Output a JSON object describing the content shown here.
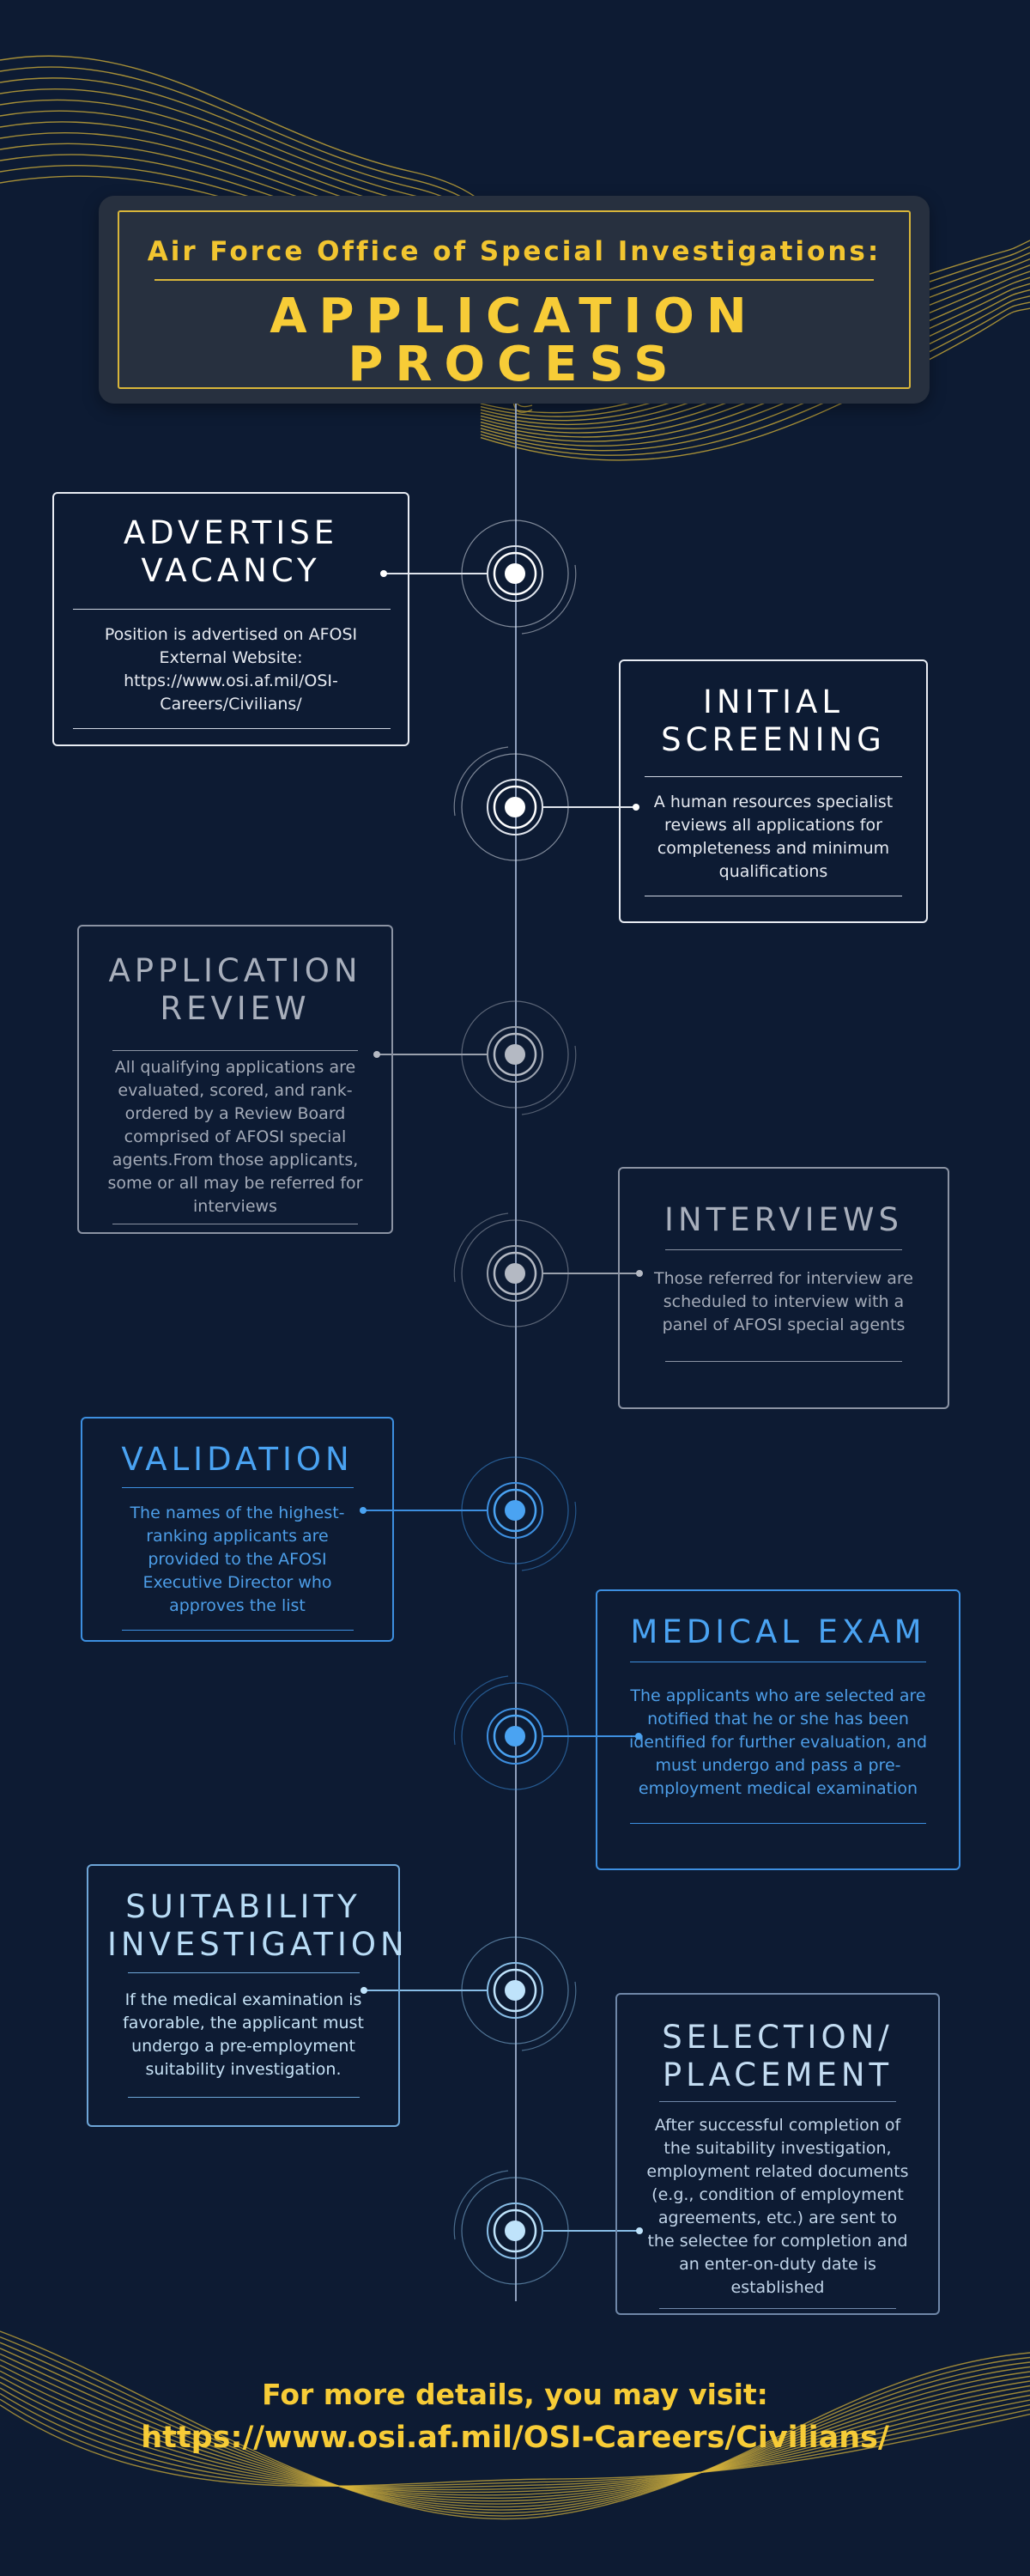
{
  "header": {
    "subtitle": "Air Force Office of Special Investigations:",
    "title_line1": "APPLICATION",
    "title_line2": "PROCESS"
  },
  "colors": {
    "background": "#0d1b33",
    "accent_gold": "#f7cc37",
    "white": "#ffffff",
    "gray": "#a8afbc",
    "blue": "#4aa3f2",
    "light_blue": "#b8dcf6"
  },
  "steps": [
    {
      "title_line1": "ADVERTISE",
      "title_line2": "VACANCY",
      "description": "Position is advertised on AFOSI External Website: https://www.osi.af.mil/OSI-Careers/Civilians/"
    },
    {
      "title_line1": "INITIAL",
      "title_line2": "SCREENING",
      "description": "A human resources specialist reviews all applications for completeness and minimum qualifications"
    },
    {
      "title_line1": "APPLICATION",
      "title_line2": "REVIEW",
      "description": "All qualifying applications are evaluated, scored, and rank-ordered by a Review Board comprised of AFOSI special agents.From those applicants, some or all may be referred for interviews"
    },
    {
      "title_line1": "INTERVIEWS",
      "description": "Those referred for interview are scheduled to interview with a panel of AFOSI special agents"
    },
    {
      "title_line1": "VALIDATION",
      "description": "The names of the highest-ranking applicants are provided to the AFOSI Executive Director who approves the list"
    },
    {
      "title_line1": "MEDICAL EXAM",
      "description": "The applicants who are selected are notified that he or she has been identified for further evaluation, and must undergo and pass a pre-employment medical examination"
    },
    {
      "title_line1": "SUITABILITY",
      "title_line2": "INVESTIGATION",
      "description": "If the medical examination is favorable, the applicant must undergo a pre-employment suitability investigation."
    },
    {
      "title_line1": "SELECTION/",
      "title_line2": "PLACEMENT",
      "description": "After successful completion of the suitability investigation, employment related documents (e.g., condition of employment agreements, etc.) are sent to the selectee for completion and an enter-on-duty date is established"
    }
  ],
  "footer": {
    "line1": "For more details, you may visit:",
    "line2": "https://www.osi.af.mil/OSI-Careers/Civilians/"
  }
}
